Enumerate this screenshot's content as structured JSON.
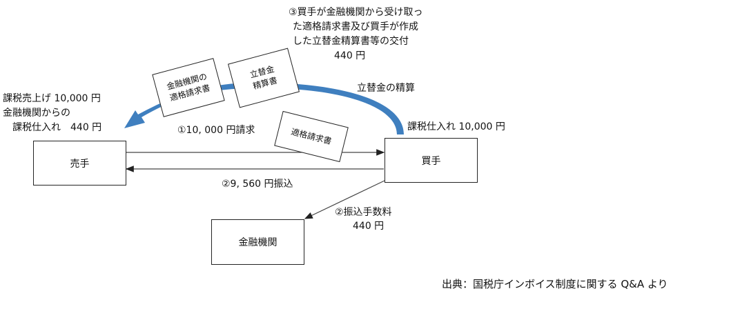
{
  "parties": {
    "seller": "売手",
    "buyer": "買手",
    "bank": "金融機関"
  },
  "labels": {
    "step3_line1": "③買手が金融機関から受け取っ",
    "step3_line2": "た適格請求書及び買手が作成",
    "step3_line3": "した立替金精算書等の交付",
    "step3_amount": "440 円",
    "settlement": "立替金の精算",
    "seller_line1": "課税売上げ 10,000 円",
    "seller_line2": "金融機関からの",
    "seller_line3": "課税仕入れ　440 円",
    "buyer_purchase": "課税仕入れ 10,000 円",
    "step1": "①10, 000 円請求",
    "step2_transfer": "②9, 560 円振込",
    "step2_fee_line1": "②振込手数料",
    "step2_fee_amount": "440 円",
    "source": "出典：国税庁インボイス制度に関する Q&A より"
  },
  "documents": {
    "bank_invoice_line1": "金融機関の",
    "bank_invoice_line2": "適格請求書",
    "advance_line1": "立替金",
    "advance_line2": "精算書",
    "qualified_invoice": "適格請求書"
  },
  "colors": {
    "settlement_arrow": "#3f7fbf"
  }
}
